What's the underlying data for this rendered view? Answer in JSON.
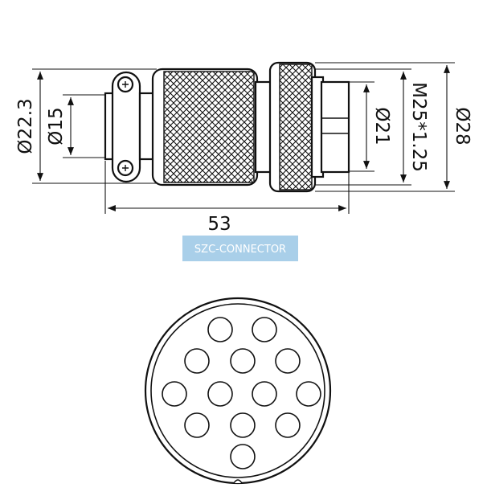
{
  "dimensions": {
    "d_left_outer": "Ø22.3",
    "d_left_inner": "Ø15",
    "d_right_inner": "Ø21",
    "thread": "M25*1.25",
    "d_right_outer": "Ø28",
    "length": "53"
  },
  "watermark": {
    "text": "SZC-CONNECTOR",
    "color": "#a9cfe9"
  },
  "pin_count": 13
}
